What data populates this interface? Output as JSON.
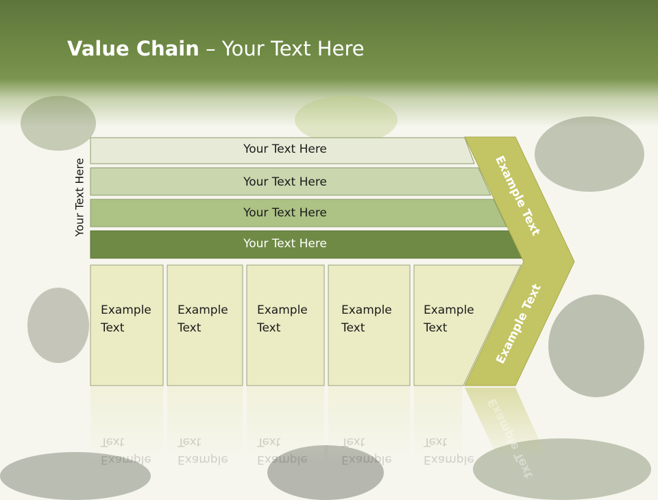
{
  "slide": {
    "title_bold": "Value Chain",
    "title_rest": " – Your Text Here",
    "side_label": "Your Text Here"
  },
  "bars": [
    {
      "label": "Your Text Here",
      "color": "#e8ead8"
    },
    {
      "label": "Your Text Here",
      "color": "#cad6ae"
    },
    {
      "label": "Your Text Here",
      "color": "#adc285"
    },
    {
      "label": "Your Text Here",
      "color": "#6f8a45"
    }
  ],
  "columns": [
    {
      "label": "Example Text"
    },
    {
      "label": "Example Text"
    },
    {
      "label": "Example Text"
    },
    {
      "label": "Example Text"
    },
    {
      "label": "Example Text"
    }
  ],
  "chevron": {
    "upper_label": "Example Text",
    "lower_label": "Example Text",
    "color": "#c3c463"
  },
  "colors": {
    "column_fill": "#ebebc4",
    "header_green": "#6f8a45"
  }
}
